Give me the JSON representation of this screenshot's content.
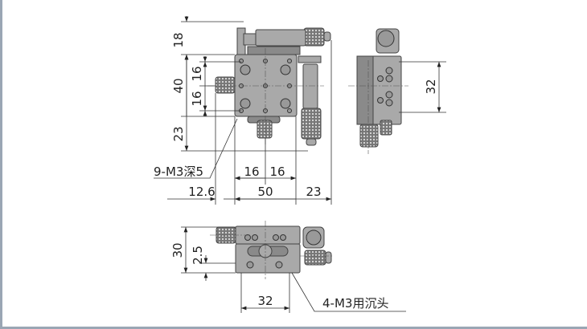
{
  "top_view": {
    "dims": {
      "h_top": "18",
      "h_mid": "40",
      "h_bottom": "23",
      "inner_top": "16",
      "inner_bottom": "16",
      "w_left": "12.6",
      "w_mid": "50",
      "w_right": "23",
      "hole_left": "16",
      "hole_right": "16"
    },
    "callout": "9-M3深5"
  },
  "side_view": {
    "dims": {
      "height": "32"
    }
  },
  "front_view": {
    "dims": {
      "height": "30",
      "base": "2.5",
      "width": "32"
    },
    "callout": "4-M3用沉头"
  }
}
